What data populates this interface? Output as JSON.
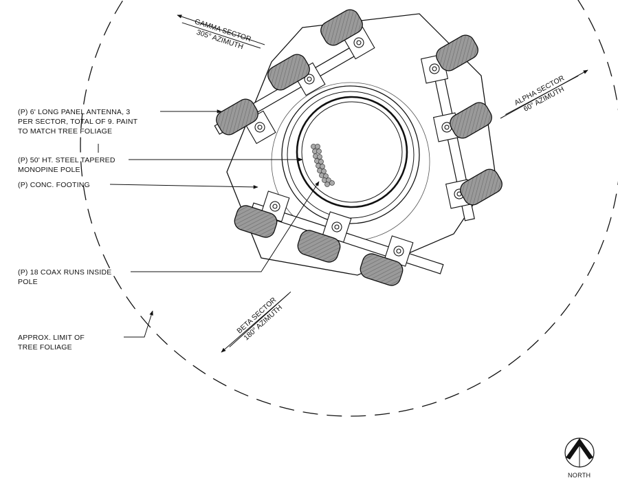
{
  "callouts": {
    "antenna": [
      "(P) 6' LONG PANEL ANTENNA, 3",
      "PER SECTOR, TOTAL OF 9. PAINT",
      "TO MATCH TREE FOLIAGE"
    ],
    "pole": [
      "(P) 50' HT. STEEL TAPERED",
      "MONOPINE POLE"
    ],
    "footing": [
      "(P) CONC. FOOTING"
    ],
    "coax": [
      "(P) 18 COAX RUNS INSIDE",
      "POLE"
    ],
    "foliage": [
      "APPROX. LIMIT OF",
      "TREE FOLIAGE"
    ]
  },
  "sectors": {
    "gamma": {
      "name": "GAMMA SECTOR",
      "azimuth": "305° AZIMUTH"
    },
    "alpha": {
      "name": "ALPHA SECTOR",
      "azimuth": "60° AZIMUTH"
    },
    "beta": {
      "name": "BETA SECTOR",
      "azimuth": "180° AZIMUTH"
    }
  },
  "north_label": "NORTH",
  "icons": [
    "north-arrow-icon"
  ]
}
